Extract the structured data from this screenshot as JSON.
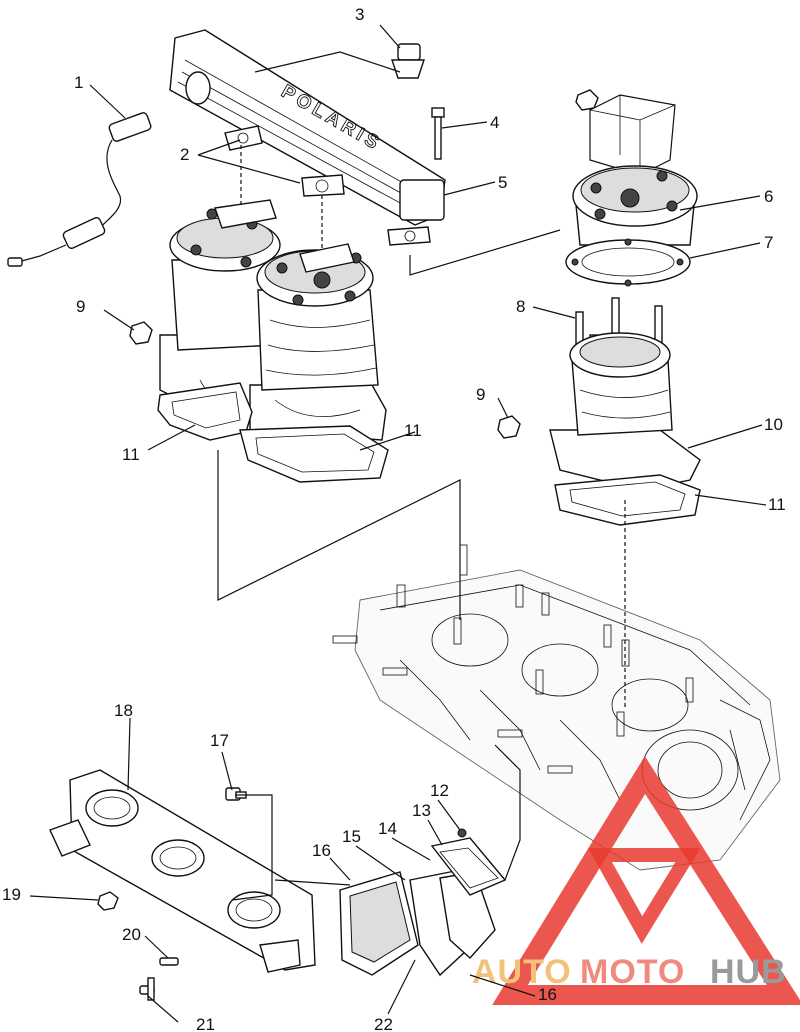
{
  "callouts": [
    {
      "id": "c1",
      "label": "1"
    },
    {
      "id": "c2",
      "label": "2"
    },
    {
      "id": "c3",
      "label": "3"
    },
    {
      "id": "c4",
      "label": "4"
    },
    {
      "id": "c5",
      "label": "5"
    },
    {
      "id": "c6",
      "label": "6"
    },
    {
      "id": "c7",
      "label": "7"
    },
    {
      "id": "c8",
      "label": "8"
    },
    {
      "id": "c9a",
      "label": "9"
    },
    {
      "id": "c9b",
      "label": "9"
    },
    {
      "id": "c10",
      "label": "10"
    },
    {
      "id": "c11a",
      "label": "11"
    },
    {
      "id": "c11b",
      "label": "11"
    },
    {
      "id": "c11c",
      "label": "11"
    },
    {
      "id": "c12",
      "label": "12"
    },
    {
      "id": "c13",
      "label": "13"
    },
    {
      "id": "c14",
      "label": "14"
    },
    {
      "id": "c15",
      "label": "15"
    },
    {
      "id": "c16a",
      "label": "16"
    },
    {
      "id": "c16b",
      "label": "16"
    },
    {
      "id": "c17",
      "label": "17"
    },
    {
      "id": "c18",
      "label": "18"
    },
    {
      "id": "c19",
      "label": "19"
    },
    {
      "id": "c20",
      "label": "20"
    },
    {
      "id": "c21",
      "label": "21"
    },
    {
      "id": "c22",
      "label": "22"
    }
  ],
  "embossed_text": "POLARIS",
  "watermark": {
    "word_auto": "AUTO",
    "word_moto": "MOTO",
    "word_hub": "HUB",
    "colors": {
      "triangle": "#e8392f",
      "auto": "#f3c27a",
      "moto": "#f08a7e",
      "hub": "#9a9a9a"
    }
  }
}
